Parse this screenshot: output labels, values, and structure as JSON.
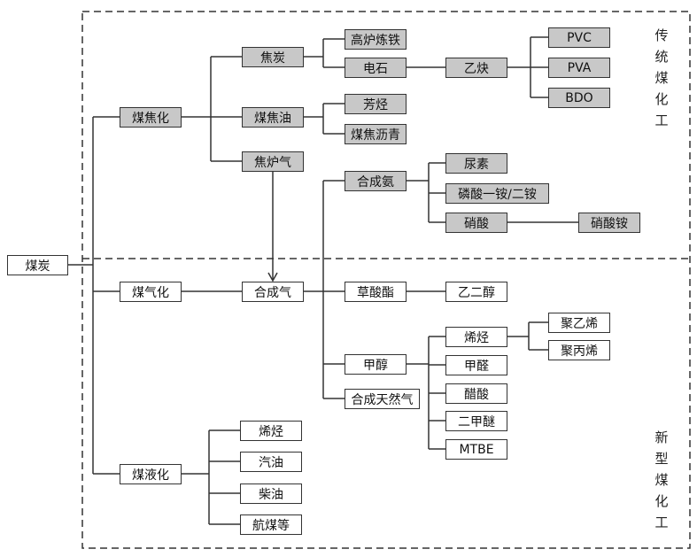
{
  "root": {
    "label": "煤炭"
  },
  "regions": {
    "traditional": {
      "label": [
        "传",
        "统",
        "煤",
        "化",
        "工"
      ]
    },
    "new": {
      "label": [
        "新",
        "型",
        "煤",
        "化",
        "工"
      ]
    }
  },
  "nodes": {
    "coking": "煤焦化",
    "gasification": "煤气化",
    "liquefaction": "煤液化",
    "coke": "焦炭",
    "coal_tar": "煤焦油",
    "coke_oven_gas": "焦炉气",
    "syngas": "合成气",
    "blast_furnace_iron": "高炉炼铁",
    "calcium_carbide": "电石",
    "aromatics": "芳烃",
    "coal_tar_pitch": "煤焦沥青",
    "acetylene": "乙炔",
    "pvc": "PVC",
    "pva": "PVA",
    "bdo": "BDO",
    "ammonia": "合成氨",
    "urea": "尿素",
    "ammonium_phosphate": "磷酸一铵/二铵",
    "nitric_acid": "硝酸",
    "ammonium_nitrate": "硝酸铵",
    "oxalate": "草酸酯",
    "ethylene_glycol": "乙二醇",
    "methanol": "甲醇",
    "sng": "合成天然气",
    "olefins_mto": "烯烃",
    "formaldehyde": "甲醛",
    "acetic_acid": "醋酸",
    "dme": "二甲醚",
    "mtbe": "MTBE",
    "polyethylene": "聚乙烯",
    "polypropylene": "聚丙烯",
    "olefins_ctl": "烯烃",
    "gasoline": "汽油",
    "diesel": "柴油",
    "jet_fuel": "航煤等"
  },
  "colors": {
    "traditional_fill": "#c8c8c8",
    "new_fill": "#ffffff",
    "line": "#333333"
  }
}
